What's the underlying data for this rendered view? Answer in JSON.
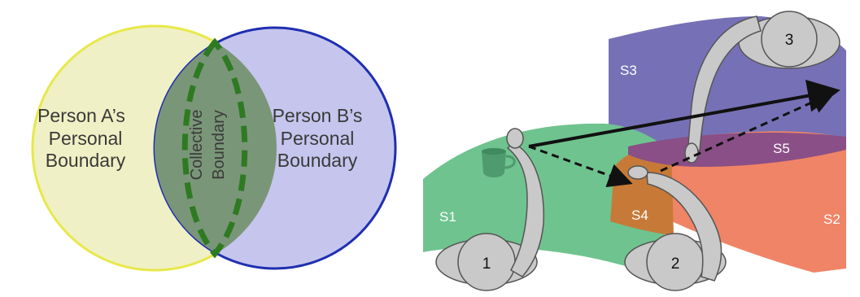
{
  "venn": {
    "person_a": {
      "line1": "Person A’s",
      "line2": "Personal",
      "line3": "Boundary"
    },
    "person_b": {
      "line1": "Person B’s",
      "line2": "Personal",
      "line3": "Boundary"
    },
    "collective": {
      "line1": "Collective",
      "line2": "Boundary"
    },
    "colors": {
      "a_fill": "#f0f0c6",
      "a_stroke": "#e8e84a",
      "b_fill": "#c5c5ee",
      "b_stroke": "#1f2fb0",
      "collective_fill": "#7a9678",
      "collective_stroke": "#2e7a22"
    }
  },
  "scene": {
    "sectors": {
      "s1": "S1",
      "s2": "S2",
      "s3": "S3",
      "s4": "S4",
      "s5": "S5"
    },
    "persons": {
      "p1": "1",
      "p2": "2",
      "p3": "3"
    },
    "colors": {
      "s1": "#6fc38f",
      "s2": "#f08466",
      "s3": "#6f69b2",
      "s4": "#c77a38",
      "s5": "#8a4f86",
      "figure": "#c9c9c9"
    },
    "icons": [
      "coffee-cup-icon",
      "solid-arrow",
      "dashed-arrow"
    ]
  }
}
